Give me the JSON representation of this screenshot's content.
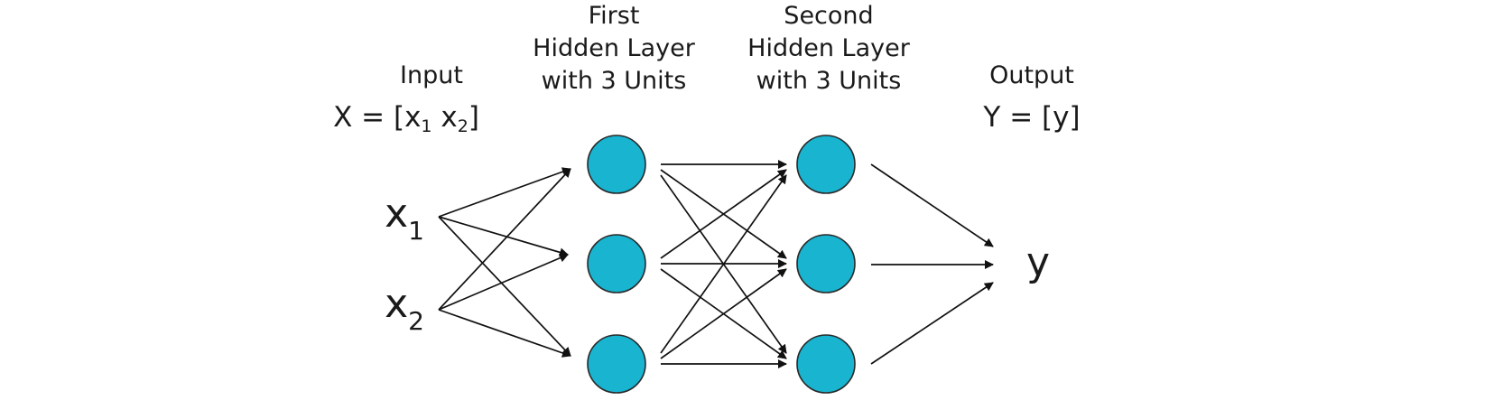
{
  "headers": {
    "input": "Input",
    "hidden1": {
      "line1": "First",
      "line2": "Hidden Layer",
      "line3": "with 3 Units"
    },
    "hidden2": {
      "line1": "Second",
      "line2": "Hidden Layer",
      "line3": "with 3 Units"
    },
    "output": "Output"
  },
  "formulas": {
    "input": {
      "prefix": "X  =  [x",
      "sub1": "1",
      "mid": "  x",
      "sub2": "2",
      "suffix": "]"
    },
    "output": {
      "text": "Y  =  [y]"
    }
  },
  "inputs": [
    {
      "base": "x",
      "sub": "1"
    },
    {
      "base": "x",
      "sub": "2"
    }
  ],
  "output_var": "y",
  "colors": {
    "node_fill": "#18b4d0",
    "node_stroke": "#2a2a2a",
    "arrow": "#111111",
    "text": "#1a1a1a"
  }
}
